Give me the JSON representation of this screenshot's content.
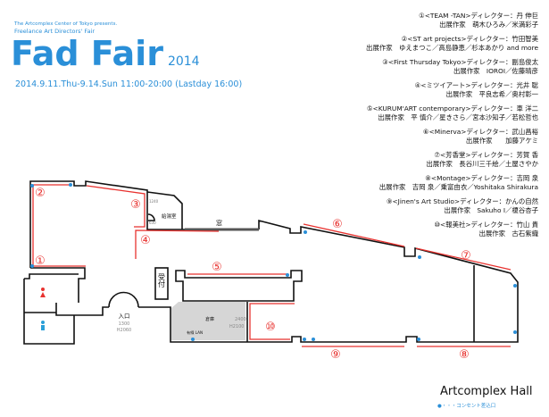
{
  "header": {
    "presents": "The Artcomplex Center of Tokyo presents.",
    "subtitle": "Freelance Art Directors' Fair",
    "title": "Fad Fair",
    "year": "2014",
    "dates": "2014.9.11.Thu-9.14.Sun 11:00-20:00 (Lastday 16:00)"
  },
  "entries": [
    {
      "head": "①<TEAM -TAN>ディレクター：丹 伸巨",
      "artists": "出展作家　萌木ひろみ／米満彩子"
    },
    {
      "head": "②<ST art projects>ディレクター：竹田智美",
      "artists": "出展作家　ゆえまつこ／高島静恵／杉本あかり and more"
    },
    {
      "head": "③<First Thursday Tokyo>ディレクター：副島俊太",
      "artists": "出展作家　IOROI／佐藤晴彦"
    },
    {
      "head": "④<ミツイアート>ディレクター：光井 聡",
      "artists": "出展作家　平良志希／奥村彰一"
    },
    {
      "head": "⑤<KURUM'ART contemporary>ディレクター：車 洋二",
      "artists": "出展作家　平 慎介／星きさら／宮本沙知子／若松哲也"
    },
    {
      "head": "⑥<Minerva>ディレクター：武山昌裕",
      "artists": "出展作家　　加藤アケミ"
    },
    {
      "head": "⑦<芳香堂>ディレクター：芳賀 香",
      "artists": "出展作家　長谷川三千絵／土屋さやか"
    },
    {
      "head": "⑧<Montage>ディレクター：吉岡 泉",
      "artists": "出展作家　吉岡 泉／乗富由衣／Yoshitaka Shirakura"
    },
    {
      "head": "⑨<Jinen's Art Studio>ディレクター：かんの自然",
      "artists": "出展作家　Sakuho I／榎谷杏子"
    },
    {
      "head": "⑩<報美社>ディレクター：竹山 貴",
      "artists": "出展作家　古石紫織"
    }
  ],
  "plan": {
    "booths": [
      "①",
      "②",
      "③",
      "④",
      "⑤",
      "⑥",
      "⑦",
      "⑧",
      "⑨",
      "⑩"
    ],
    "kitchen": "給湯室",
    "kitchen_w": "1240",
    "kitchen_d": "630",
    "window": "窓",
    "reception": "受付",
    "entrance": "入口",
    "entrance_w": "1300",
    "entrance_h": "H2060",
    "storage": "倉庫",
    "storage_w": "2400",
    "storage_h": "H2100",
    "lan": "有線 LAN"
  },
  "footer": {
    "hall": "Artcomplex Hall",
    "legend": "●・・・コンセント差込口"
  },
  "colors": {
    "brand": "#2a8fd8",
    "booth": "#e8322f",
    "wall": "#111111"
  }
}
